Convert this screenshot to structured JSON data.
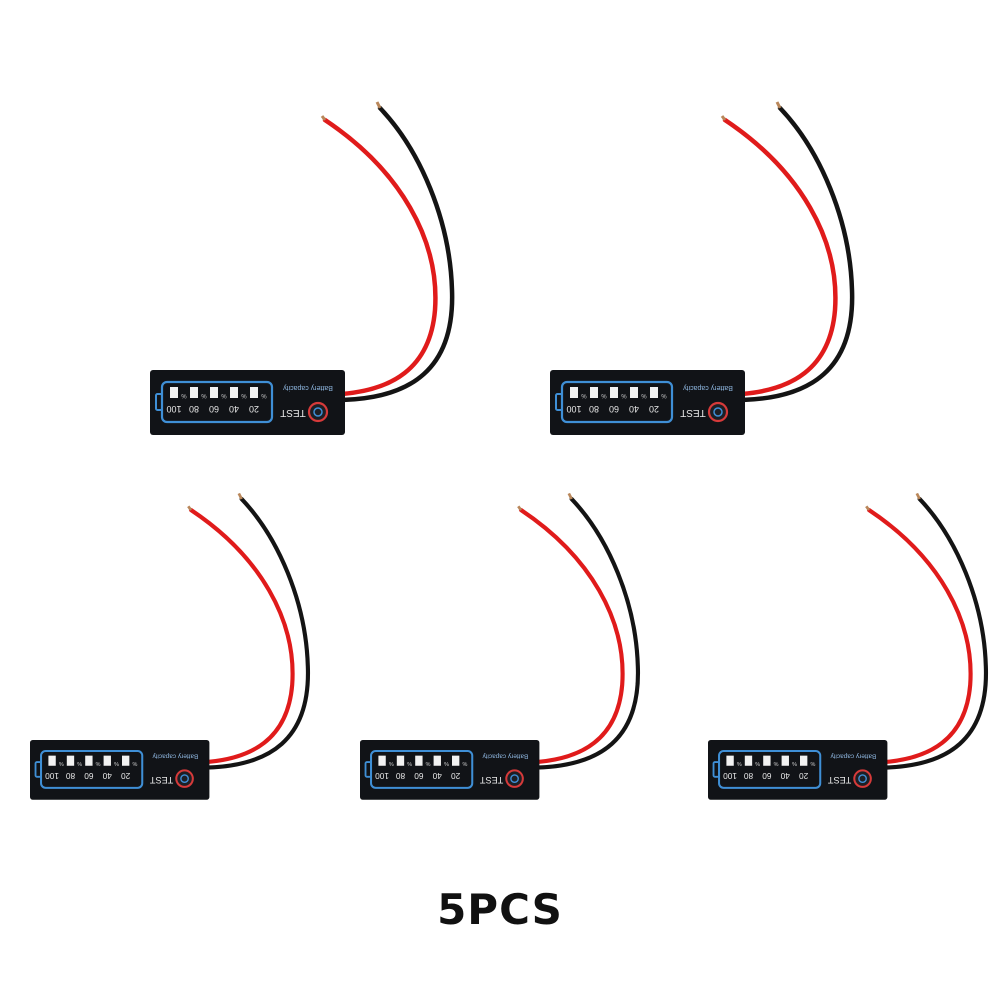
{
  "caption": "5PCS",
  "module": {
    "brand_text": "Battery capacity",
    "button_label": "TEST",
    "levels": [
      "100",
      "80",
      "60",
      "40",
      "20"
    ],
    "percent_sign": "%"
  },
  "colors": {
    "board": "#111317",
    "outline": "#3f8fd6",
    "wire_red": "#e01b1b",
    "wire_black": "#141414",
    "button_ring": "#d63a3a",
    "copper": "#b9875a"
  }
}
